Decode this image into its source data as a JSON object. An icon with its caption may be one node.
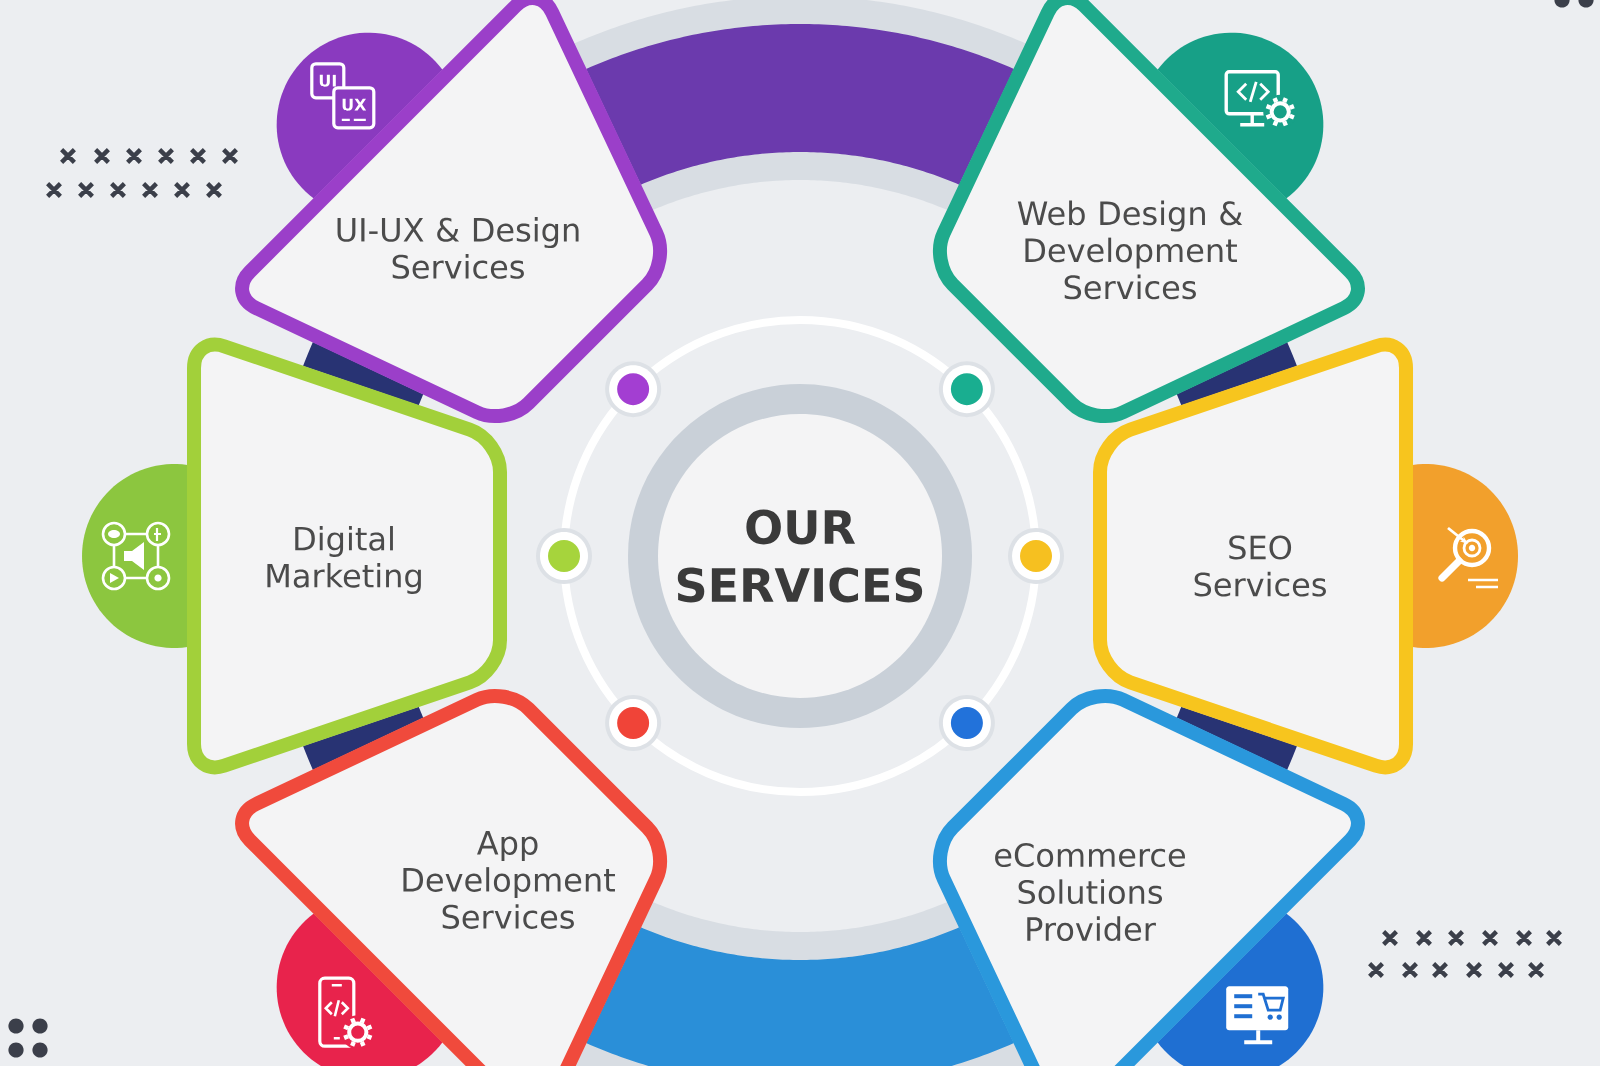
{
  "diagram": {
    "nodes": [
      {
        "text": [
          "UI-UX & Design Services"
        ]
      },
      {
        "text": [
          "Web Design & Development Services"
        ]
      },
      {
        "text": [
          "Digital Marketing"
        ]
      },
      {
        "text": [
          "OUR SERVICES"
        ]
      },
      {
        "text": [
          "SEO Services"
        ]
      },
      {
        "text": [
          "App Development Services"
        ]
      },
      {
        "text": [
          "eCommerce Solutions Provider"
        ]
      }
    ],
    "labels": [
      "UI",
      "UX"
    ]
  }
}
